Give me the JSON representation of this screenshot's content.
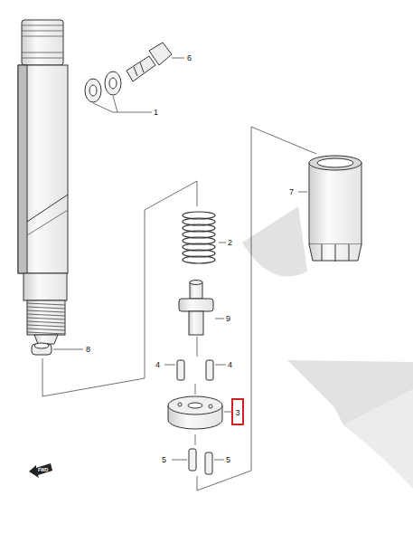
{
  "diagram": {
    "nodes": [
      {
        "text": [
          "3"
        ]
      }
    ],
    "labels": [
      "6",
      "1",
      "2",
      "7",
      "9",
      "8",
      "4",
      "4",
      "5",
      "5",
      "FWD"
    ]
  }
}
